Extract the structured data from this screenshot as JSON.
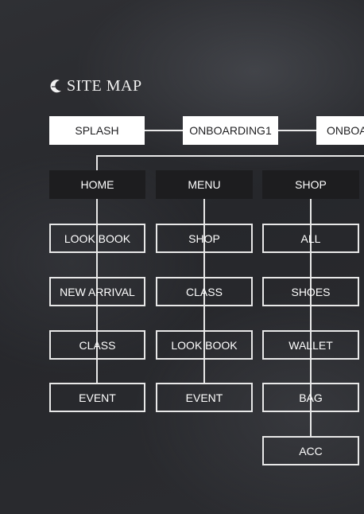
{
  "title": "SITE MAP",
  "logo_icon": "crescent-logo-icon",
  "top_flow": [
    "SPLASH",
    "ONBOARDING1",
    "ONBOA"
  ],
  "columns": [
    {
      "header": "HOME",
      "items": [
        "LOOK BOOK",
        "NEW ARRIVAL",
        "CLASS",
        "EVENT"
      ]
    },
    {
      "header": "MENU",
      "items": [
        "SHOP",
        "CLASS",
        "LOOK BOOK",
        "EVENT"
      ]
    },
    {
      "header": "SHOP",
      "items": [
        "ALL",
        "SHOES",
        "WALLET",
        "BAG",
        "ACC"
      ]
    }
  ],
  "colors": {
    "background": "#2a2b2f",
    "header_fill": "#1d1d1f",
    "top_fill": "#ffffff",
    "line": "#e8e8e8"
  }
}
